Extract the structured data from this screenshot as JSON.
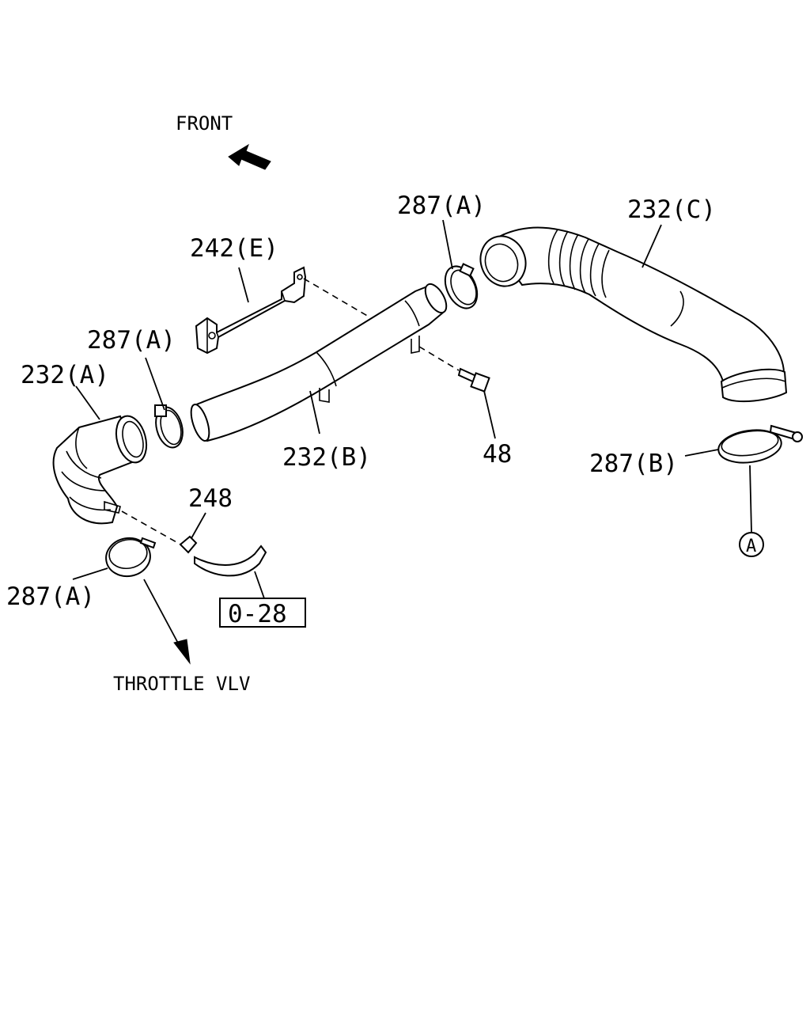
{
  "labels": {
    "front": "FRONT",
    "p242E": "242(E)",
    "p287A_top": "287(A)",
    "p232C": "232(C)",
    "p287A_left": "287(A)",
    "p232A": "232(A)",
    "p232B": "232(B)",
    "p48": "48",
    "p287B": "287(B)",
    "p248": "248",
    "p287A_bottom": "287(A)",
    "ref_box": "0-28",
    "circle_ref": "A",
    "throttle": "THROTTLE VLV"
  }
}
